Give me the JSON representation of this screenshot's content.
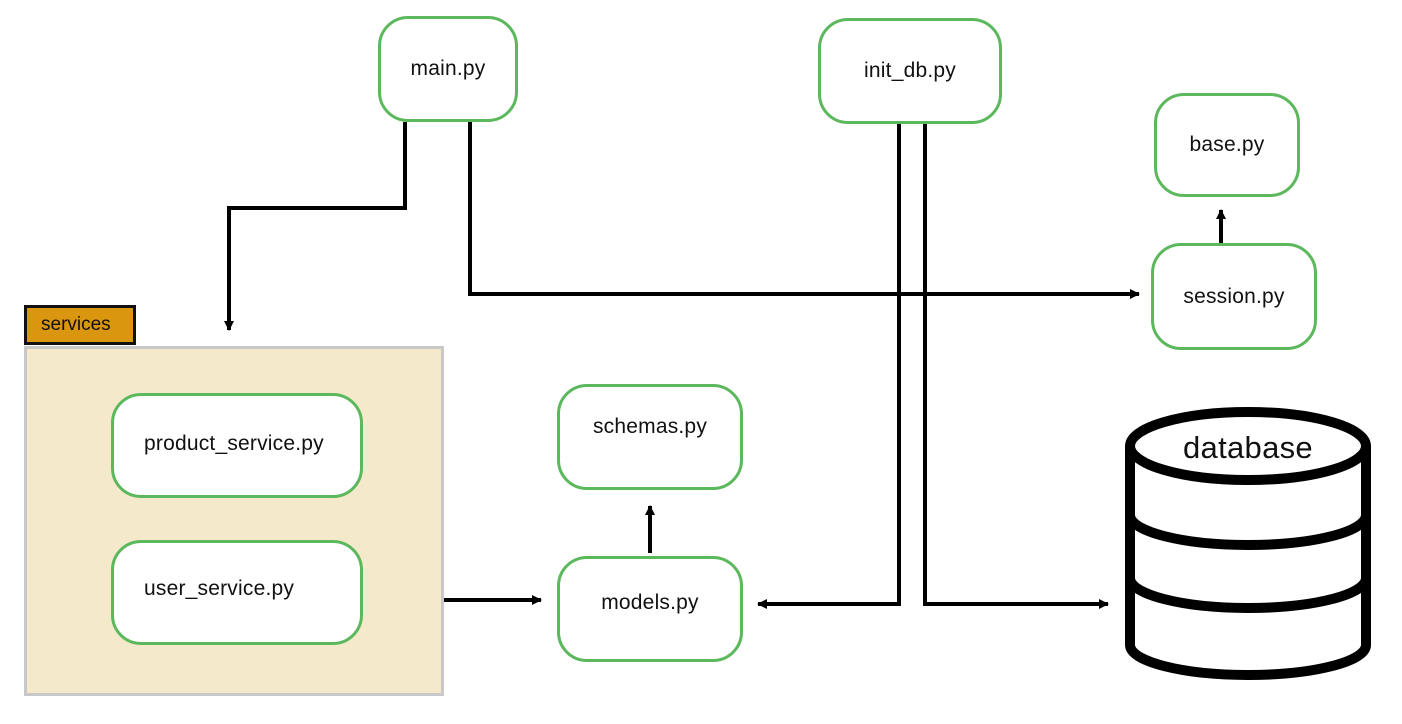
{
  "services": {
    "title": "services",
    "files": [
      "product_service.py",
      "user_service.py"
    ]
  },
  "nodes": {
    "main": "main.py",
    "init_db": "init_db.py",
    "base": "base.py",
    "session": "session.py",
    "schemas": "schemas.py",
    "models": "models.py"
  },
  "database": {
    "label": "database"
  },
  "colors": {
    "node_border": "#5cb85c",
    "group_fill": "#f5e9cc",
    "group_tab": "#d9960e",
    "edge": "#000000"
  }
}
